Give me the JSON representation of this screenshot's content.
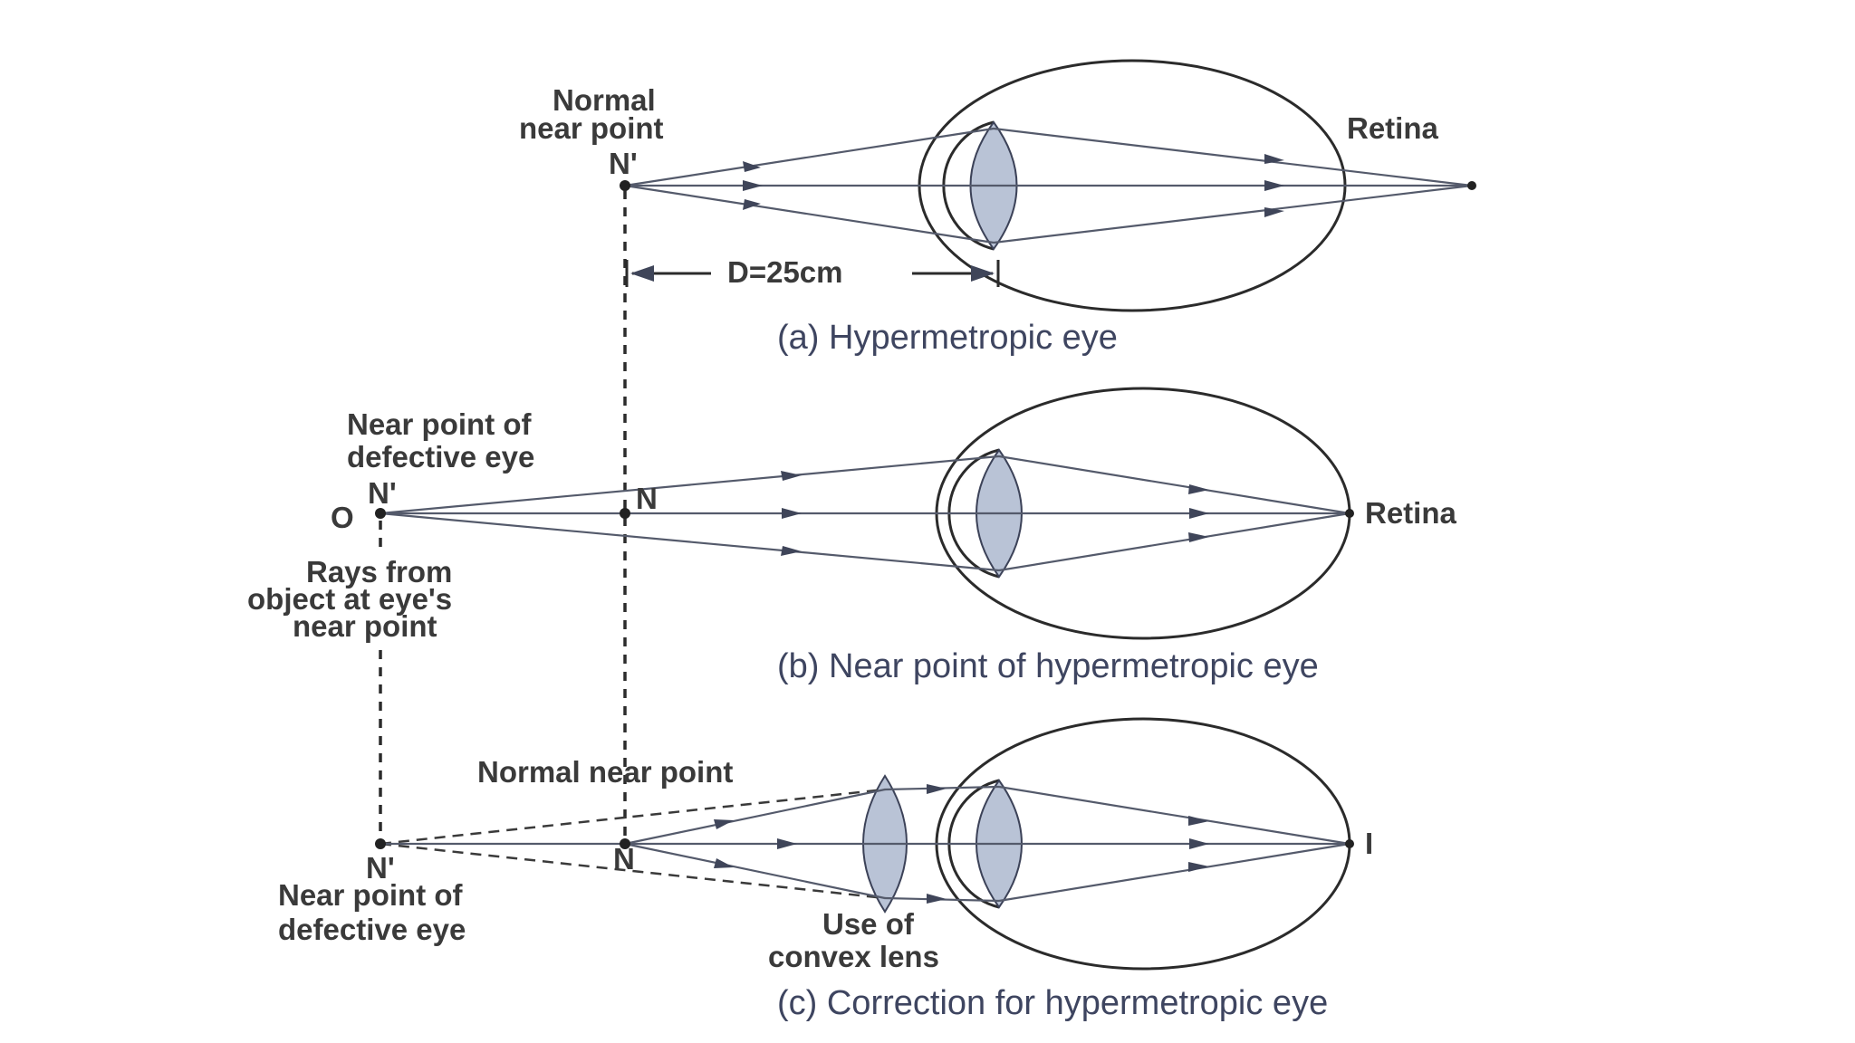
{
  "panel_a": {
    "label_normal": "Normal",
    "label_near_point": "near point",
    "label_point": "N'",
    "label_retina": "Retina",
    "dimension": "D=25cm",
    "caption": "(a) Hypermetropic eye"
  },
  "panel_b": {
    "label_near_point_of": "Near point of",
    "label_defective_eye": "defective eye",
    "label_n_prime": "N'",
    "label_o": "O",
    "label_n": "N",
    "label_rays_from": "Rays from",
    "label_object_at": "object at eye's",
    "label_near_point": "near point",
    "label_retina": "Retina",
    "caption": "(b) Near point of hypermetropic eye"
  },
  "panel_c": {
    "label_normal_near_point": "Normal near point",
    "label_n_prime": "N'",
    "label_n": "N",
    "label_image": "I",
    "label_near_point_of": "Near point of",
    "label_defective_eye": "defective eye",
    "label_use_of": "Use of",
    "label_convex_lens": "convex lens",
    "caption": "(c) Correction for hypermetropic eye"
  }
}
